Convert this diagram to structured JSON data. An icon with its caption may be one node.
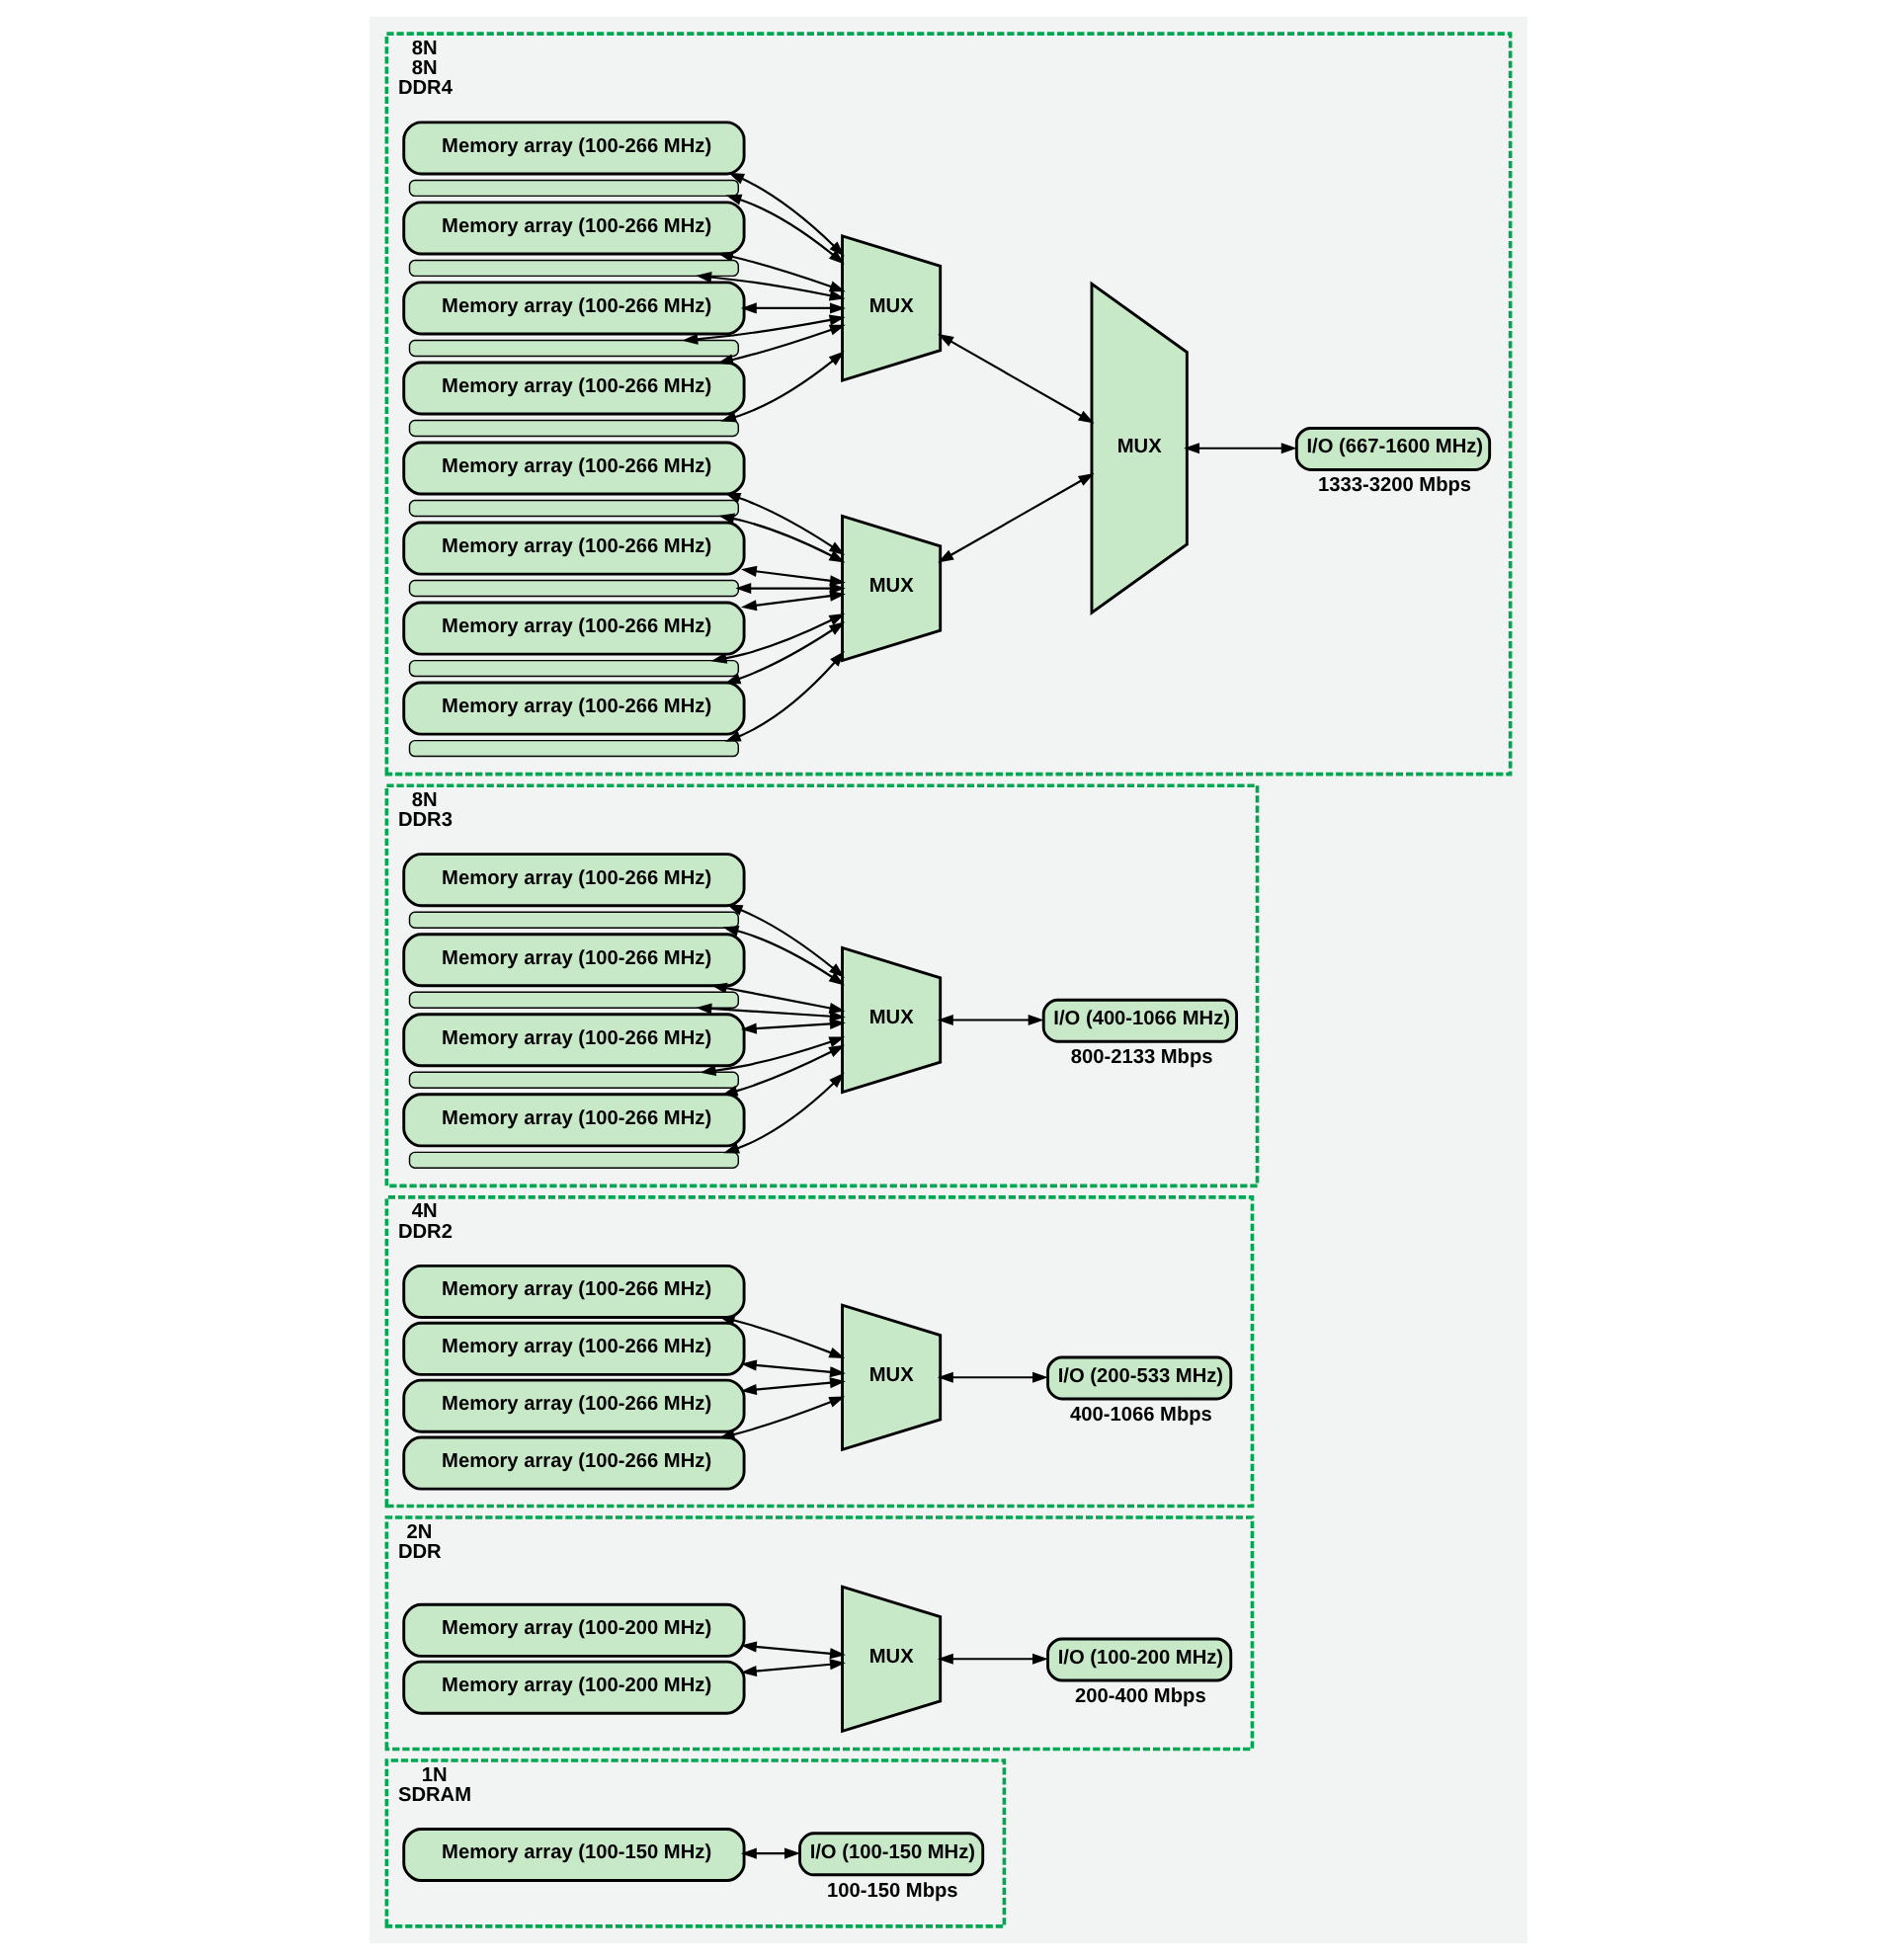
{
  "diagram": {
    "nodes": [
      {
        "text": [
          "1N",
          "SDRAM"
        ]
      },
      {
        "text": [
          "Memory array (100-150 MHz)"
        ],
        "in": 0
      },
      {
        "text": [
          "I/O (100-150 MHz)"
        ],
        "in": 0,
        "beside": [
          "100-150 Mbps"
        ]
      },
      {
        "text": [
          "2N",
          "DDR"
        ]
      },
      {
        "text": [
          "Memory array (100-200 MHz)"
        ],
        "in": 3
      },
      {
        "text": [
          "Memory array (100-200 MHz)"
        ],
        "in": 3
      },
      {
        "text": [
          "MUX"
        ],
        "in": 3
      },
      {
        "text": [
          "I/O (100-200 MHz)"
        ],
        "in": 3,
        "beside": [
          "200-400 Mbps"
        ]
      },
      {
        "text": [
          "4N",
          "DDR2"
        ]
      },
      {
        "text": [
          "Memory array (100-266 MHz)"
        ],
        "in": 8
      },
      {
        "text": [
          "Memory array (100-266 MHz)"
        ],
        "in": 8
      },
      {
        "text": [
          "Memory array (100-266 MHz)"
        ],
        "in": 8
      },
      {
        "text": [
          "Memory array (100-266 MHz)"
        ],
        "in": 8
      },
      {
        "text": [
          "MUX"
        ],
        "in": 8
      },
      {
        "text": [
          "I/O (200-533 MHz)"
        ],
        "in": 8,
        "beside": [
          "400-1066 Mbps"
        ]
      },
      {
        "text": [
          "8N",
          "DDR3"
        ]
      },
      {
        "text": [
          "Memory array (100-266 MHz)"
        ],
        "in": 15
      },
      {
        "text": [],
        "shape": "box",
        "in": 15
      },
      {
        "text": [
          "Memory array (100-266 MHz)"
        ],
        "in": 15
      },
      {
        "text": [],
        "shape": "box",
        "in": 15
      },
      {
        "text": [
          "Memory array (100-266 MHz)"
        ],
        "in": 15
      },
      {
        "text": [],
        "shape": "box",
        "in": 15
      },
      {
        "text": [
          "Memory array (100-266 MHz)"
        ],
        "in": 15
      },
      {
        "text": [],
        "shape": "box",
        "in": 15
      },
      {
        "text": [
          "MUX"
        ],
        "in": 15
      },
      {
        "text": [
          "I/O (400-1066 MHz)"
        ],
        "in": 15,
        "beside": [
          "800-2133 Mbps"
        ]
      },
      {
        "text": [
          "8N",
          "8N",
          "DDR4"
        ]
      },
      {
        "text": [
          "Memory array (100-266 MHz)"
        ],
        "in": 26
      },
      {
        "text": [],
        "shape": "box",
        "in": 26
      },
      {
        "text": [
          "Memory array (100-266 MHz)"
        ],
        "in": 26
      },
      {
        "text": [],
        "shape": "box",
        "in": 26
      },
      {
        "text": [
          "Memory array (100-266 MHz)"
        ],
        "in": 26
      },
      {
        "text": [],
        "shape": "box",
        "in": 26
      },
      {
        "text": [
          "Memory array (100-266 MHz)"
        ],
        "in": 26
      },
      {
        "text": [],
        "shape": "box",
        "in": 26
      },
      {
        "text": [
          "Memory array (100-266 MHz)"
        ],
        "in": 26
      },
      {
        "text": [],
        "shape": "box",
        "in": 26
      },
      {
        "text": [
          "Memory array (100-266 MHz)"
        ],
        "in": 26
      },
      {
        "text": [],
        "shape": "box",
        "in": 26
      },
      {
        "text": [
          "Memory array (100-266 MHz)"
        ],
        "in": 26
      },
      {
        "text": [],
        "shape": "box",
        "in": 26
      },
      {
        "text": [
          "Memory array (100-266 MHz)"
        ],
        "in": 26
      },
      {
        "text": [],
        "shape": "box",
        "in": 26
      },
      {
        "text": [
          "MUX"
        ],
        "in": 26
      },
      {
        "text": [
          "MUX"
        ],
        "in": 26
      },
      {
        "text": [
          "MUX"
        ],
        "in": 26
      },
      {
        "text": [
          "I/O (667-1600 MHz)"
        ],
        "in": 26,
        "beside": [
          "1333-3200 Mbps"
        ]
      }
    ],
    "edges": [
      {
        "from": 1,
        "to": 2,
        "arrow": "both"
      },
      {
        "from": 4,
        "to": 6,
        "arrow": "both"
      },
      {
        "from": 5,
        "to": 6,
        "arrow": "both"
      },
      {
        "from": 6,
        "to": 7,
        "arrow": "both"
      },
      {
        "from": 9,
        "to": 13,
        "arrow": "both"
      },
      {
        "from": 10,
        "to": 13,
        "arrow": "both"
      },
      {
        "from": 11,
        "to": 13,
        "arrow": "both"
      },
      {
        "from": 12,
        "to": 13,
        "arrow": "both"
      },
      {
        "from": 13,
        "to": 14,
        "arrow": "both"
      },
      {
        "from": 16,
        "to": 24,
        "arrow": "both"
      },
      {
        "from": 17,
        "to": 24,
        "arrow": "both"
      },
      {
        "from": 18,
        "to": 24,
        "arrow": "both"
      },
      {
        "from": 19,
        "to": 24,
        "arrow": "both"
      },
      {
        "from": 20,
        "to": 24,
        "arrow": "both"
      },
      {
        "from": 21,
        "to": 24,
        "arrow": "both"
      },
      {
        "from": 22,
        "to": 24,
        "arrow": "both"
      },
      {
        "from": 23,
        "to": 24,
        "arrow": "both"
      },
      {
        "from": 24,
        "to": 25,
        "arrow": "both"
      },
      {
        "from": 27,
        "to": 43,
        "arrow": "both"
      },
      {
        "from": 28,
        "to": 43,
        "arrow": "both"
      },
      {
        "from": 29,
        "to": 43,
        "arrow": "both"
      },
      {
        "from": 30,
        "to": 43,
        "arrow": "both"
      },
      {
        "from": 31,
        "to": 43,
        "arrow": "both"
      },
      {
        "from": 32,
        "to": 43,
        "arrow": "both"
      },
      {
        "from": 33,
        "to": 43,
        "arrow": "both"
      },
      {
        "from": 34,
        "to": 43,
        "arrow": "both"
      },
      {
        "from": 35,
        "to": 44,
        "arrow": "both"
      },
      {
        "from": 36,
        "to": 44,
        "arrow": "both"
      },
      {
        "from": 37,
        "to": 44,
        "arrow": "both"
      },
      {
        "from": 38,
        "to": 44,
        "arrow": "both"
      },
      {
        "from": 39,
        "to": 44,
        "arrow": "both"
      },
      {
        "from": 40,
        "to": 44,
        "arrow": "both"
      },
      {
        "from": 41,
        "to": 44,
        "arrow": "both"
      },
      {
        "from": 42,
        "to": 44,
        "arrow": "both"
      },
      {
        "from": 43,
        "to": 45,
        "arrow": "both"
      },
      {
        "from": 44,
        "to": 45,
        "arrow": "both"
      },
      {
        "from": 45,
        "to": 46,
        "arrow": "both"
      }
    ]
  }
}
